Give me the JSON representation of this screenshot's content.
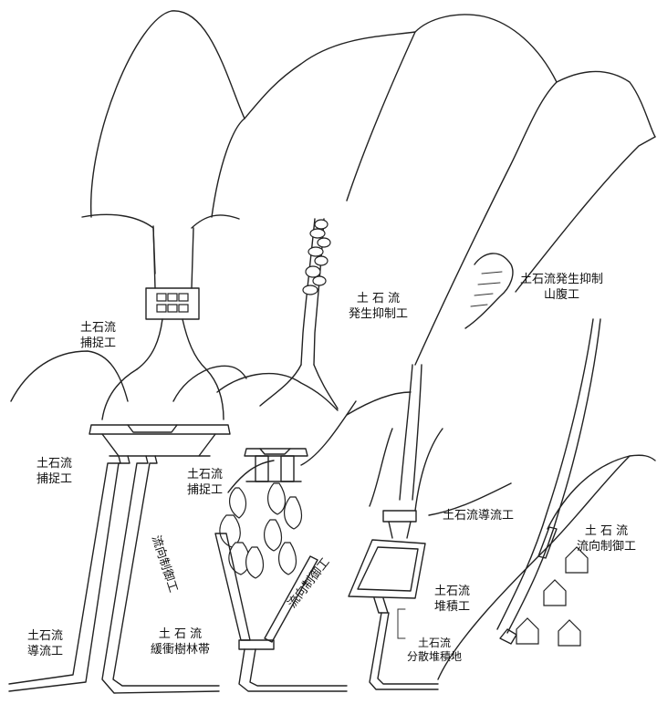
{
  "labels": {
    "capture_upper": [
      "土石流",
      "捕捉工"
    ],
    "capture_left": [
      "土石流",
      "捕捉工"
    ],
    "capture_mid": [
      "土石流",
      "捕捉工"
    ],
    "generation_control": [
      "土 石 流",
      "発生抑制工"
    ],
    "hillside_control": [
      "土石流発生抑制",
      "山腹工"
    ],
    "guide_left": [
      "土石流",
      "導流工"
    ],
    "buffer_forest": [
      "土 石 流",
      "緩衝樹林帯"
    ],
    "flow_direction_a": "流向制御工",
    "flow_direction_b": "流向制御工",
    "guide_right": "土石流導流工",
    "deposit_work": [
      "土石流",
      "堆積工"
    ],
    "dispersed_deposit": [
      "土石流",
      "分散堆積地"
    ],
    "flow_direction_right": [
      "土 石 流",
      "流向制御工"
    ]
  }
}
